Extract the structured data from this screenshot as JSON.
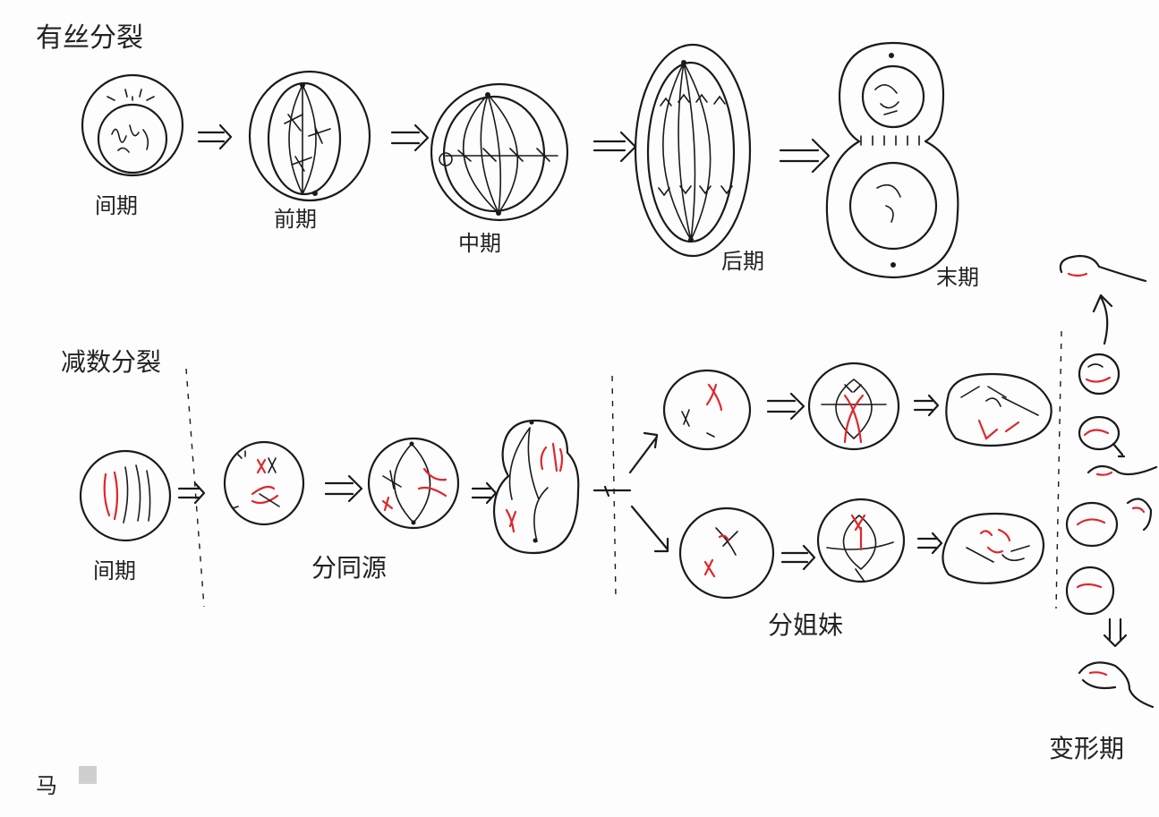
{
  "colors": {
    "ink": "#1a1a1a",
    "chromatid_red": "#e0262a",
    "paper": "#fdfdfd"
  },
  "mitosis": {
    "title": "有丝分裂",
    "stages": [
      "间期",
      "前期",
      "中期",
      "后期",
      "末期"
    ]
  },
  "meiosis": {
    "title": "减数分裂",
    "interphase": "间期",
    "homolog_separation": "分同源",
    "sister_separation": "分姐妹",
    "metamorphosis": "变形期"
  },
  "footer": {
    "signature": "马"
  }
}
